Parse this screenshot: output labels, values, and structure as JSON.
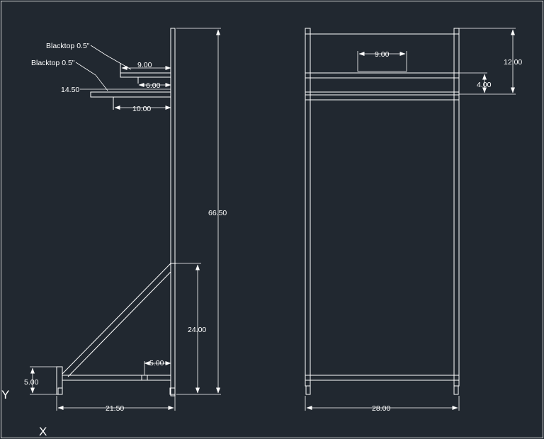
{
  "colors": {
    "background": "#212830",
    "lines": "#ffffff",
    "frame": "#d9d9d9"
  },
  "side_view": {
    "callouts": {
      "blacktop_upper": "Blacktop 0.5\"",
      "blacktop_lower": "Blacktop 0.5\""
    },
    "dims": {
      "shelf_upper": "9.00",
      "shelf_offset": "6.00",
      "shelf_overall": "14.50",
      "shelf_lower": "10.00",
      "height": "66.50",
      "brace_height": "24.00",
      "foot_height": "5.00",
      "brace_gap": "5.00",
      "base_width": "21.50"
    }
  },
  "front_view": {
    "dims": {
      "shelf_width": "9.00",
      "top_height": "12.00",
      "shelf_spacing": "4.00",
      "width": "28.00"
    }
  },
  "ucs": {
    "y_label": "Y",
    "x_label": "X"
  }
}
